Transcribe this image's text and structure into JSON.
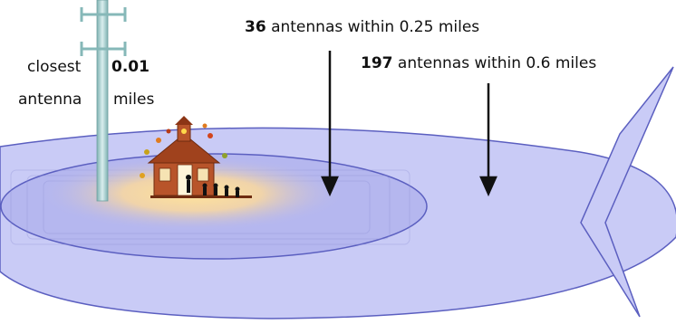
{
  "closest": {
    "line1": "closest",
    "line2": "antenna",
    "value": "0.01",
    "unit": "miles"
  },
  "inner_ring": {
    "count": "36",
    "text": "antennas within 0.25 miles"
  },
  "outer_ring": {
    "count": "197",
    "text": "antennas within 0.6 miles"
  },
  "colors": {
    "outer_fill": "#c9cbf6",
    "inner_fill": "#b5b7ef",
    "glow": "#ffd27a",
    "outline": "#5b5fc0",
    "tower": "#9fc7c7",
    "school": "#b8542a"
  }
}
